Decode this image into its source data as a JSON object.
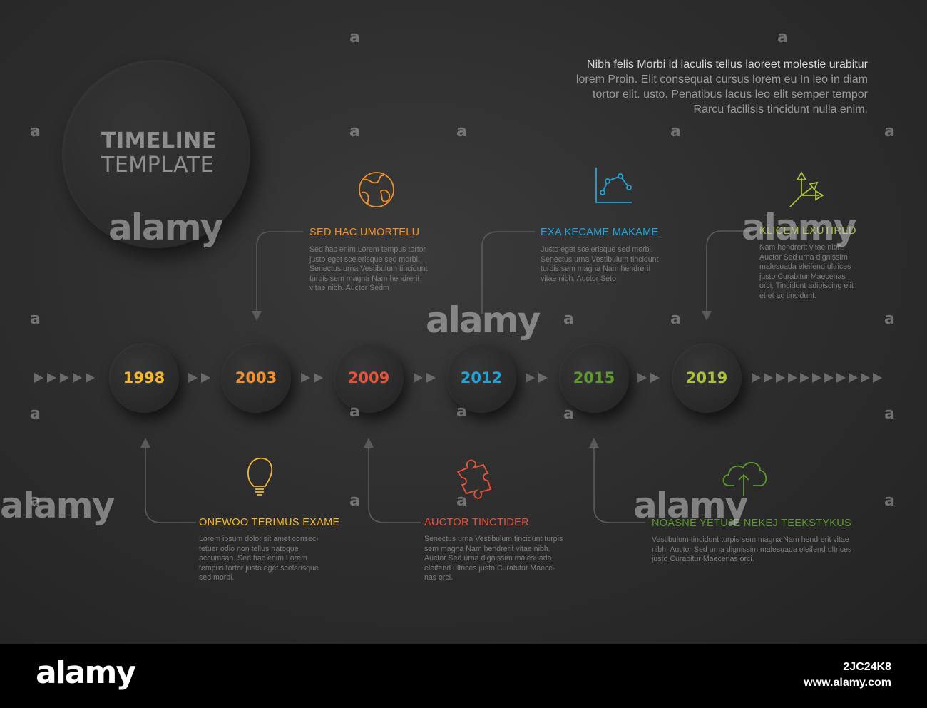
{
  "header": {
    "title_bold": "TIMELINE",
    "title_light": "TEMPLATE",
    "intro_lines": [
      "Nibh felis Morbi id iaculis tellus laoreet molestie urabitur",
      "lorem Proin. Elit consequat cursus lorem eu In leo in diam",
      "tortor elit. usto. Penatibus lacus leo elit semper tempor",
      "Rarcu facilisis tincidunt nulla enim."
    ]
  },
  "years": [
    {
      "label": "1998",
      "color": "#f5b731"
    },
    {
      "label": "2003",
      "color": "#f0902c"
    },
    {
      "label": "2009",
      "color": "#e8523a"
    },
    {
      "label": "2012",
      "color": "#22a4d8"
    },
    {
      "label": "2015",
      "color": "#5c9a2e"
    },
    {
      "label": "2019",
      "color": "#a8c23a"
    }
  ],
  "events_top": [
    {
      "title": "SED HAC UMORTELU",
      "color": "#f0902c",
      "icon": "globe-icon",
      "body": [
        "Sed hac enim Lorem tempus tortor",
        "justo eget scelerisque sed morbi.",
        "Senectus urna Vestibulum tincidunt",
        "turpis sem magna Nam hendrerit",
        "vitae nibh. Auctor Sedm"
      ]
    },
    {
      "title": "EXA KECAME MAKAME",
      "color": "#22a4d8",
      "icon": "line-chart-icon",
      "body": [
        "Justo eget scelerisque sed morbi.",
        "Senectus urna Vestibulum tincidunt",
        "turpis sem magna Nam hendrerit",
        "vitae nibh. Auctor Seto"
      ]
    },
    {
      "title": "KLICEM EXUTIRED",
      "color": "#a8c23a",
      "icon": "split-arrows-icon",
      "body": [
        "Nam hendrerit vitae nibh.",
        "Auctor Sed urna dignissim",
        "malesuada eleifend ultrices",
        "justo Curabitur Maecenas",
        "orci. Tincidunt adipiscing elit",
        "et et ac tincidunt."
      ]
    }
  ],
  "events_bottom": [
    {
      "title": "ONEWOO TERIMUS EXAME",
      "color": "#f5b731",
      "icon": "lightbulb-icon",
      "body": [
        "Lorem ipsum dolor sit amet consec-",
        "tetuer odio non tellus natoque",
        "accumsan. Sed hac enim Lorem",
        "tempus tortor justo eget scelerisque",
        "sed morbi."
      ]
    },
    {
      "title": "AUCTOR TINCTIDER",
      "color": "#e8523a",
      "icon": "puzzle-icon",
      "body": [
        "Senectus urna Vestibulum tincidunt turpis",
        "sem magna Nam hendrerit vitae nibh.",
        "Auctor Sed urna dignissim malesuada",
        "eleifend ultrices justo Curabitur Maece-",
        "nas orci."
      ]
    },
    {
      "title": "NOASNE YETUJE NEKEJ TEEKSTYKUS",
      "color": "#5c9a2e",
      "icon": "cloud-upload-icon",
      "body": [
        "Vestibulum tincidunt turpis sem magna Nam hendrerit vitae",
        "nibh. Auctor Sed urna dignissim malesuada eleifend ultrices",
        "justo Curabitur Maecenas orci."
      ]
    }
  ],
  "watermark": {
    "brand": "alamy",
    "letter": "a"
  },
  "footer": {
    "logo": "alamy",
    "image_id": "2JC24K8",
    "site": "www.alamy.com"
  }
}
